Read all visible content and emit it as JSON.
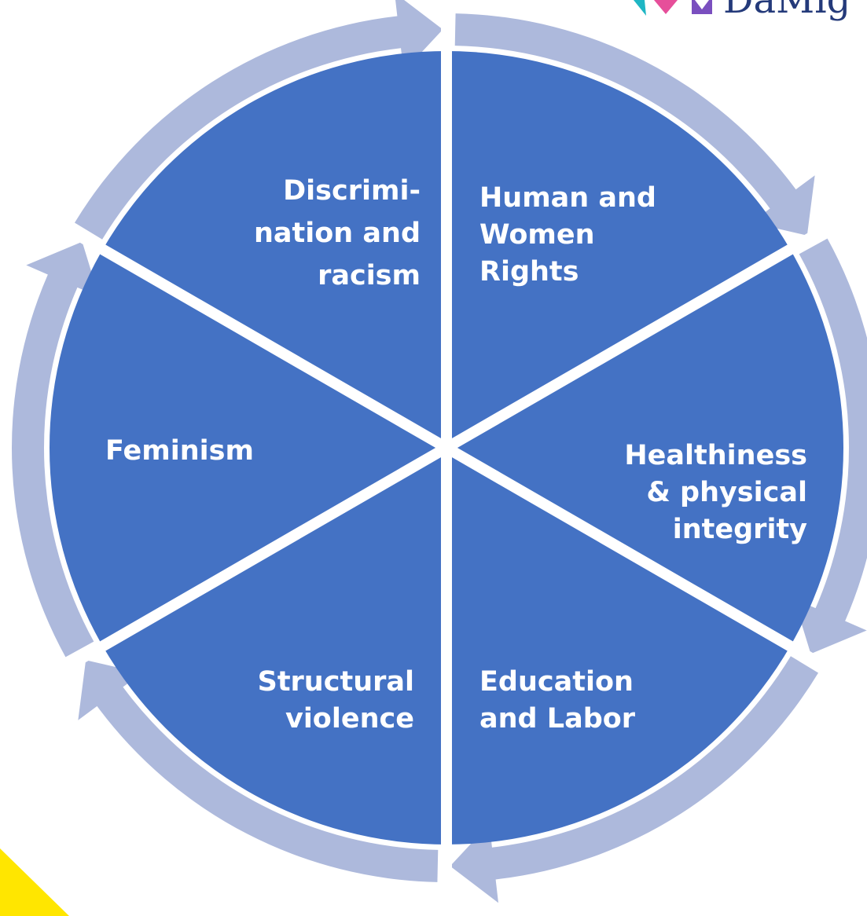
{
  "diagram": {
    "type": "cycle",
    "segments": [
      {
        "id": "human-rights",
        "lines": [
          "Human and",
          "Women",
          "Rights"
        ]
      },
      {
        "id": "health",
        "lines": [
          "Healthiness",
          "& physical",
          "integrity"
        ]
      },
      {
        "id": "education",
        "lines": [
          "Education",
          "and Labor"
        ]
      },
      {
        "id": "structural-violence",
        "lines": [
          "Structural",
          "violence"
        ]
      },
      {
        "id": "feminism",
        "lines": [
          "Feminism"
        ]
      },
      {
        "id": "discrimination",
        "lines": [
          "Discrimi-",
          "nation and",
          "racism"
        ]
      }
    ],
    "colors": {
      "segment_fill": "#4472c4",
      "arrow_fill": "#adb9dc",
      "separator": "#ffffff",
      "label": "#ffffff",
      "accent_corner": "#ffe600",
      "logo_pink": "#e64f9a",
      "logo_teal": "#1fb6c4",
      "logo_purple": "#7a4fbf",
      "logo_text": "#243a7a"
    }
  },
  "logo": {
    "text": "DaMig"
  }
}
